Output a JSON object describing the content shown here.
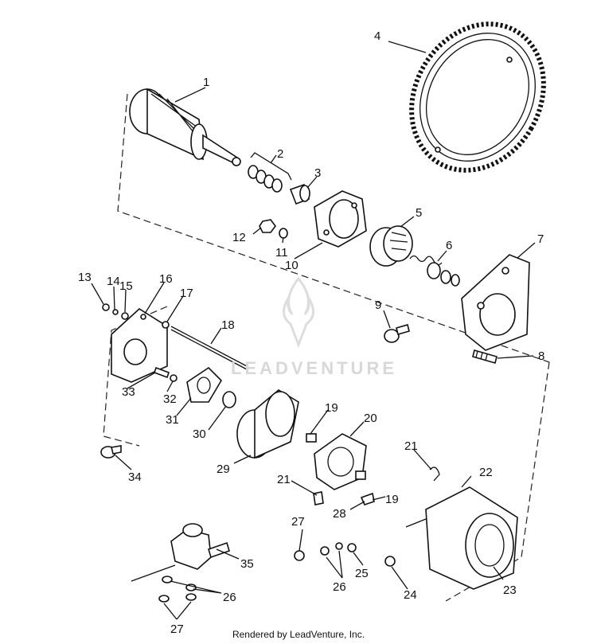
{
  "diagram": {
    "callouts": [
      "1",
      "2",
      "3",
      "4",
      "5",
      "6",
      "7",
      "8",
      "9",
      "10",
      "11",
      "12",
      "13",
      "14",
      "15",
      "16",
      "17",
      "18",
      "19",
      "19",
      "20",
      "21",
      "21",
      "22",
      "23",
      "24",
      "25",
      "26",
      "26",
      "27",
      "27",
      "28",
      "29",
      "30",
      "31",
      "32",
      "33",
      "34",
      "35"
    ]
  },
  "watermark": {
    "text": "LEADVENTURE"
  },
  "footer": {
    "text": "Rendered by LeadVenture, Inc."
  }
}
